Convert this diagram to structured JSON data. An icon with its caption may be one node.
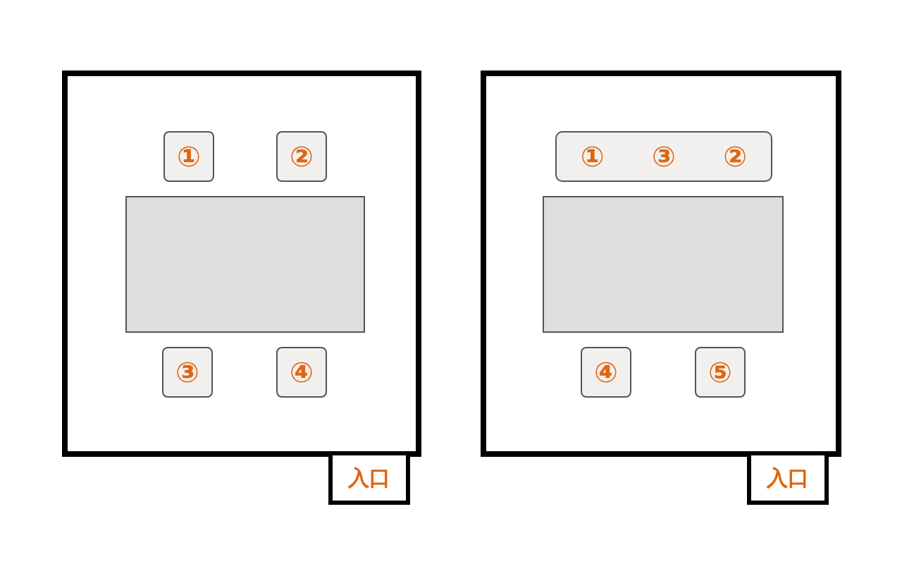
{
  "diagram": {
    "nodes": [
      {
        "text": [],
        "shape": "box"
      },
      {
        "text": [
          "①"
        ],
        "in": 0
      },
      {
        "text": [
          "②"
        ],
        "in": 0
      },
      {
        "text": [],
        "shape": "box",
        "in": 0
      },
      {
        "text": [
          "③"
        ],
        "in": 0
      },
      {
        "text": [
          "④"
        ],
        "in": 0
      },
      {
        "text": [
          "入口"
        ]
      },
      {
        "text": [],
        "shape": "box"
      },
      {
        "text": [
          "①",
          "③",
          "②"
        ],
        "in": 7
      },
      {
        "text": [],
        "shape": "box",
        "in": 7
      },
      {
        "text": [
          "④"
        ],
        "in": 7
      },
      {
        "text": [
          "⑤"
        ],
        "in": 7
      },
      {
        "text": [
          "入口"
        ]
      }
    ]
  }
}
